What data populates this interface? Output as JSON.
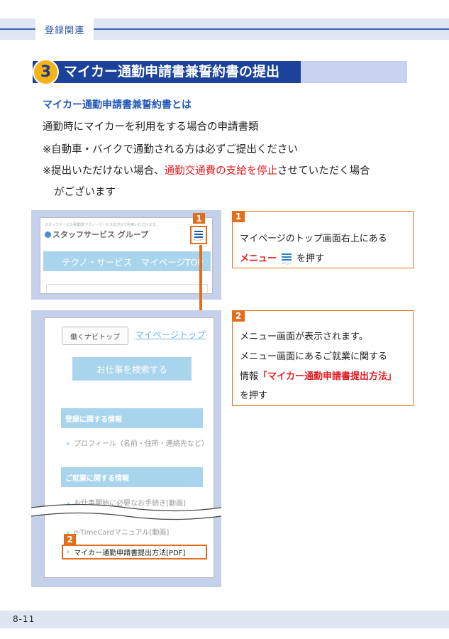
{
  "header": {
    "tab_label": "登録関連"
  },
  "section": {
    "number": "3",
    "title": "マイカー通勤申請書兼誓約書の提出"
  },
  "intro": {
    "subheading": "マイカー通勤申請書兼誓約書とは",
    "line1": "通勤時にマイカーを利用をする場合の申請書類",
    "line2": "※自動車・バイクで通勤される方は必ずご提出ください",
    "line3_prefix": "※提出いただけない場合、",
    "line3_red": "通勤交通費の支給を停止",
    "line3_suffix": "させていただく場合",
    "line4": "がございます"
  },
  "screenshot1": {
    "tiny_header": "スタッフサービス事業部/テクノ・サービスの方がご利用いただけます。",
    "logo_text": "スタッフサービス グループ",
    "menu_caption": "メニュー",
    "topbar_text": "テクノ・サービス　マイページTOP",
    "step_badge": "1"
  },
  "screenshot2": {
    "navi_button": "働くナビトップ",
    "mypage_link": "マイページトップ",
    "search_button": "お仕事を検索する",
    "category1": "登録に関する情報",
    "item_profile": "プロフィール（名前・住所・連絡先など）",
    "category2": "ご就業に関する情報",
    "item_procedure": "お仕事開始に必要なお手続き[動画]",
    "item_etime": "e-TimeCardマニュアル[動画]",
    "item_pdf": "マイカー通勤申請書提出方法[PDF]",
    "step_badge": "2"
  },
  "callout1": {
    "badge": "1",
    "line1": "マイページのトップ画面右上にある",
    "menu_label": "メニュー",
    "icon_caption": "メニュー",
    "line2_suffix": "を押す"
  },
  "callout2": {
    "badge": "2",
    "line1": "メニュー画面が表示されます。",
    "line2": "メニュー画面にあるご就業に関する",
    "line3_prefix": "情報",
    "line3_red": "「マイカー通勤申請書提出方法」",
    "line4": "を押す"
  },
  "footer": {
    "page_number": "8-11"
  },
  "colors": {
    "accent_orange": "#e26d1d",
    "heading_navy": "#1c4299",
    "link_blue": "#2358b8",
    "alert_red": "#e11d21"
  }
}
